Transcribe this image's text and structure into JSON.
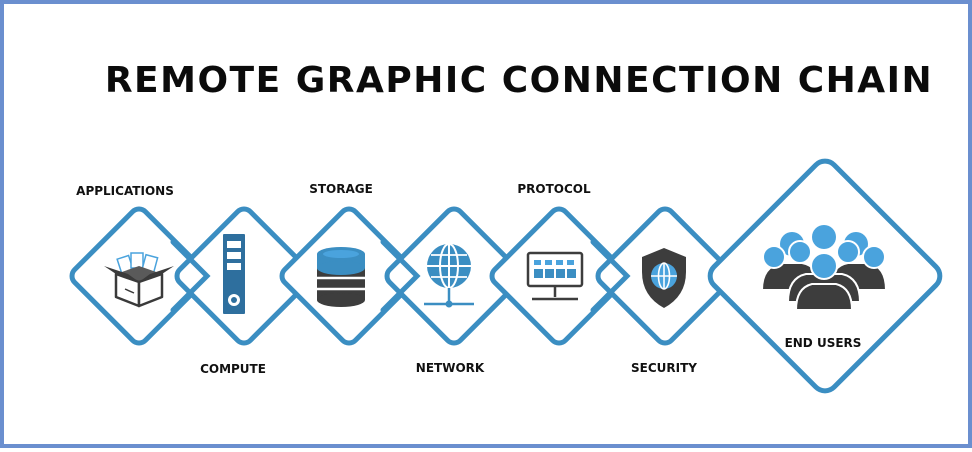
{
  "title": "REMOTE GRAPHIC CONNECTION CHAIN",
  "colors": {
    "accent_blue": "#3b8ec2",
    "light_blue": "#4aa3dd",
    "dark_gray": "#3d3d3d",
    "frame_border": "#6b8fcf"
  },
  "stages": [
    {
      "label": "APPLICATIONS",
      "icon": "open-box-icon"
    },
    {
      "label": "COMPUTE",
      "icon": "server-tower-icon"
    },
    {
      "label": "STORAGE",
      "icon": "database-icon"
    },
    {
      "label": "NETWORK",
      "icon": "globe-network-icon"
    },
    {
      "label": "PROTOCOL",
      "icon": "protocol-monitor-icon"
    },
    {
      "label": "SECURITY",
      "icon": "shield-globe-icon"
    },
    {
      "label": "END USERS",
      "icon": "user-group-icon"
    }
  ]
}
